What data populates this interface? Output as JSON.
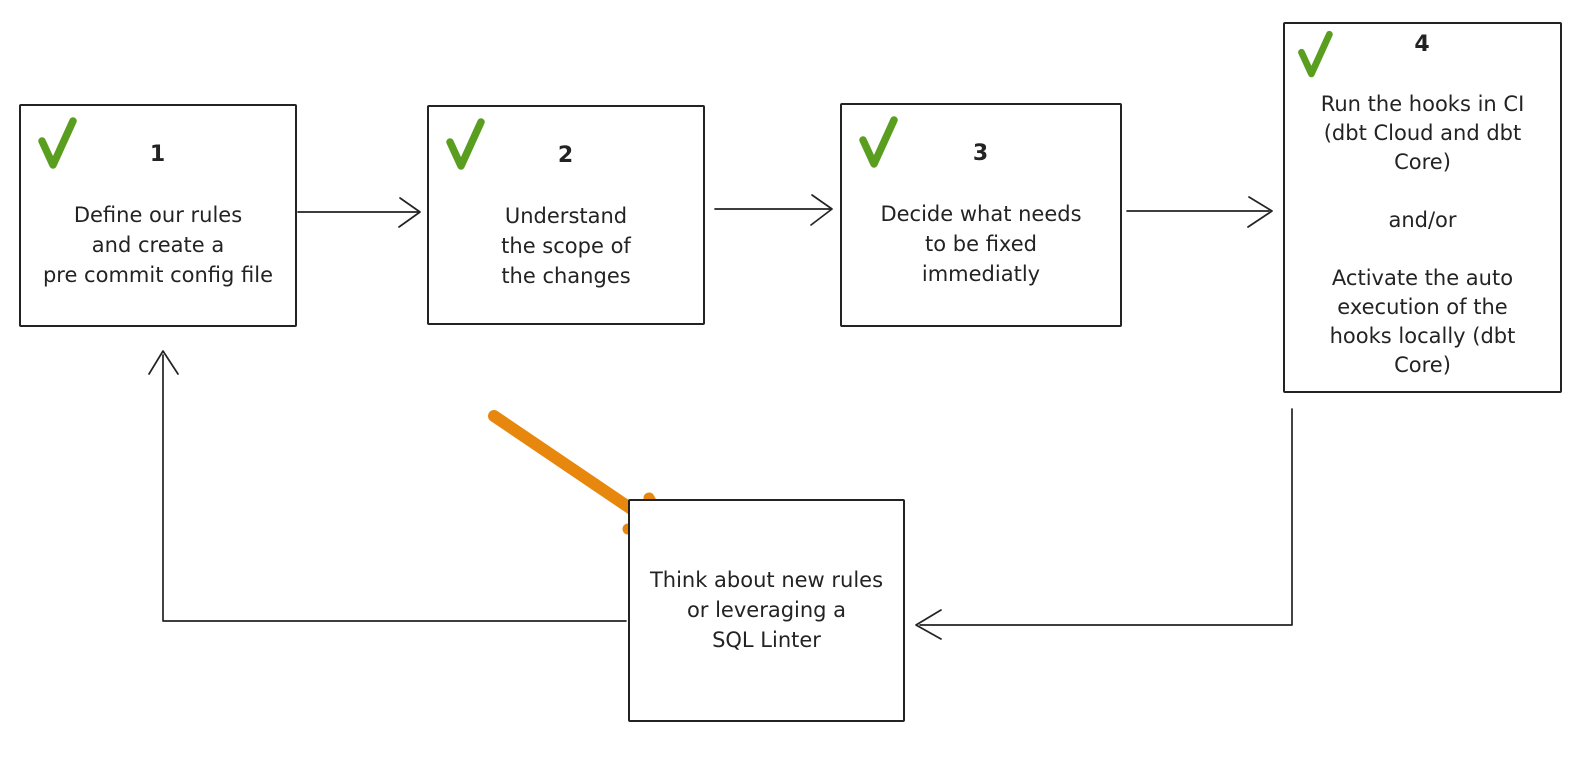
{
  "colors": {
    "ink": "#232323",
    "check_green": "#5a9e1f",
    "arrow_orange": "#e8870e",
    "background": "#ffffff"
  },
  "boxes": [
    {
      "number": "1",
      "checked": true,
      "lines": [
        "Define our rules",
        "and create a",
        "pre commit config file"
      ]
    },
    {
      "number": "2",
      "checked": true,
      "lines": [
        "Understand",
        "the scope of",
        "the changes"
      ]
    },
    {
      "number": "3",
      "checked": true,
      "lines": [
        "Decide what needs",
        "to be fixed",
        "immediatly"
      ]
    },
    {
      "number": "4",
      "checked": true,
      "lines": [
        "Run the hooks in CI",
        "(dbt Cloud and dbt",
        "Core)",
        "",
        "and/or",
        "",
        "Activate the auto",
        "execution of the",
        "hooks locally (dbt",
        "Core)"
      ]
    },
    {
      "number": "",
      "checked": false,
      "lines": [
        "Think about new rules",
        "or leveraging a",
        "SQL Linter"
      ]
    }
  ],
  "icons": {
    "checkmark": "check-icon",
    "orange_arrow": "highlight-arrow-icon"
  }
}
